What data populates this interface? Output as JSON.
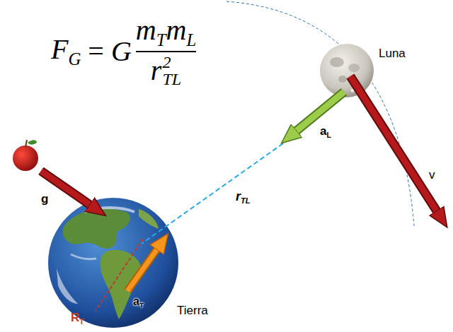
{
  "diagram": {
    "labels": [
      "F",
      "G",
      "=",
      "G",
      "m",
      "T",
      "m",
      "L",
      "r",
      "2",
      "TL",
      "Luna",
      "a",
      "L",
      "v",
      "r",
      "TL",
      "g",
      "a",
      "T",
      "Tierra",
      "R",
      "T"
    ]
  }
}
